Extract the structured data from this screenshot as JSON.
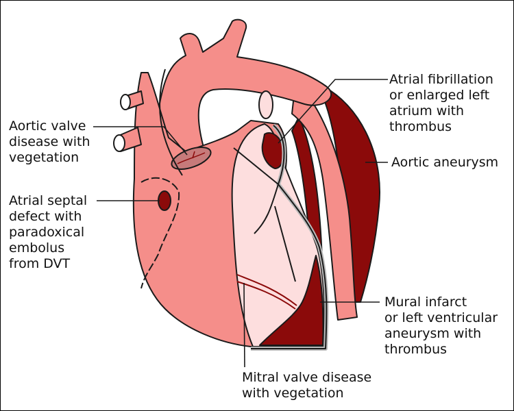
{
  "colors": {
    "tissue": "#F58E8A",
    "chamber": "#FDDEDE",
    "thrombus": "#8B0A0A",
    "outline": "#1a1a1a"
  },
  "labels": {
    "aortic_valve": "Aortic valve\ndisease with\nvegetation",
    "atrial_septal": "Atrial septal\ndefect with\nparadoxical\nembolus\nfrom DVT",
    "atrial_fibrillation": "Atrial fibrillation\nor enlarged left\natrium with\nthrombus",
    "aortic_aneurysm": "Aortic aneurysm",
    "mural_infarct": "Mural infarct\nor left ventricular\naneurysm with\nthrombus",
    "mitral_valve": "Mitral valve disease\nwith vegetation"
  }
}
